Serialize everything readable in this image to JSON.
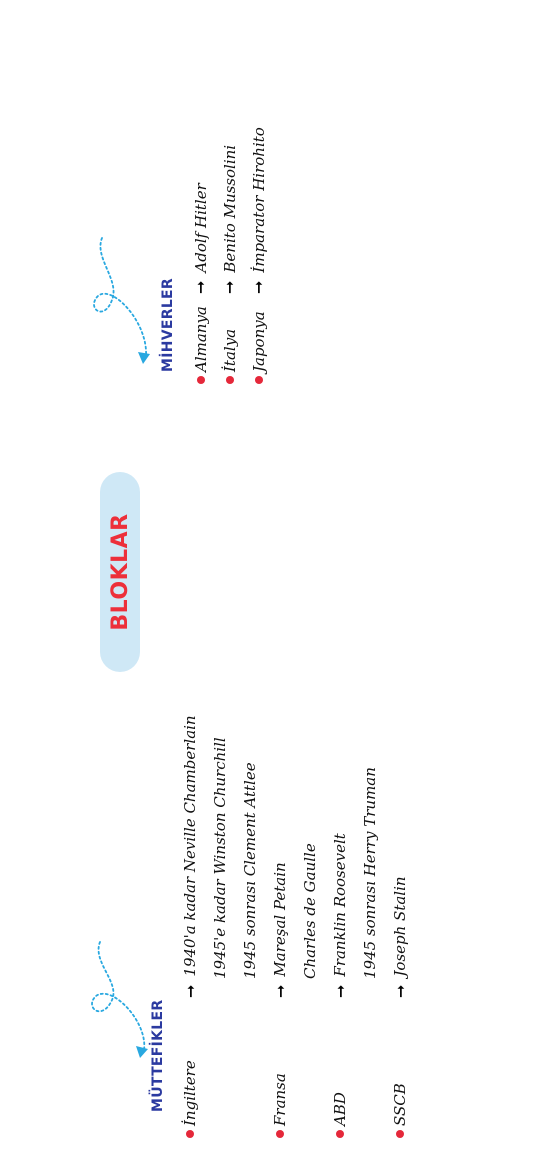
{
  "title": "BLOKLAR",
  "colors": {
    "title_text": "#ed2f3a",
    "title_pill": "#cfe8f6",
    "heading": "#2b3aa0",
    "bullet": "#e5283a",
    "curl_arrow": "#29a8e0"
  },
  "icons": {
    "arrow": "right-arrow-icon",
    "bullet": "red-dot-icon",
    "connector": "dotted-curl-arrow-icon"
  },
  "muttefikler": {
    "heading": "MÜTTEFİKLER",
    "rows": [
      {
        "bullet": true,
        "country": "İngiltere",
        "arrow": "➞",
        "leader": "1940'a kadar Neville Chamberlain"
      },
      {
        "bullet": false,
        "country": "",
        "arrow": "",
        "leader": "1945'e kadar Winston Churchill"
      },
      {
        "bullet": false,
        "country": "",
        "arrow": "",
        "leader": "1945 sonrası Clement Attlee"
      },
      {
        "bullet": true,
        "country": "Fransa",
        "arrow": "➞",
        "leader": "Mareşal Petain"
      },
      {
        "bullet": false,
        "country": "",
        "arrow": "",
        "leader": "Charles de Gaulle"
      },
      {
        "bullet": true,
        "country": "ABD",
        "arrow": "➞",
        "leader": "Franklin Roosevelt"
      },
      {
        "bullet": false,
        "country": "",
        "arrow": "",
        "leader": "1945 sonrası Herry Truman"
      },
      {
        "bullet": true,
        "country": "SSCB",
        "arrow": "➞",
        "leader": "Joseph Stalin"
      }
    ]
  },
  "mihverler": {
    "heading": "MİHVERLER",
    "rows": [
      {
        "bullet": true,
        "country": "Almanya",
        "arrow": "➞",
        "leader": "Adolf Hitler"
      },
      {
        "bullet": true,
        "country": "İtalya",
        "arrow": "➞",
        "leader": "Benito Mussolini"
      },
      {
        "bullet": true,
        "country": "Japonya",
        "arrow": "➞",
        "leader": "İmparator Hirohito"
      }
    ]
  }
}
